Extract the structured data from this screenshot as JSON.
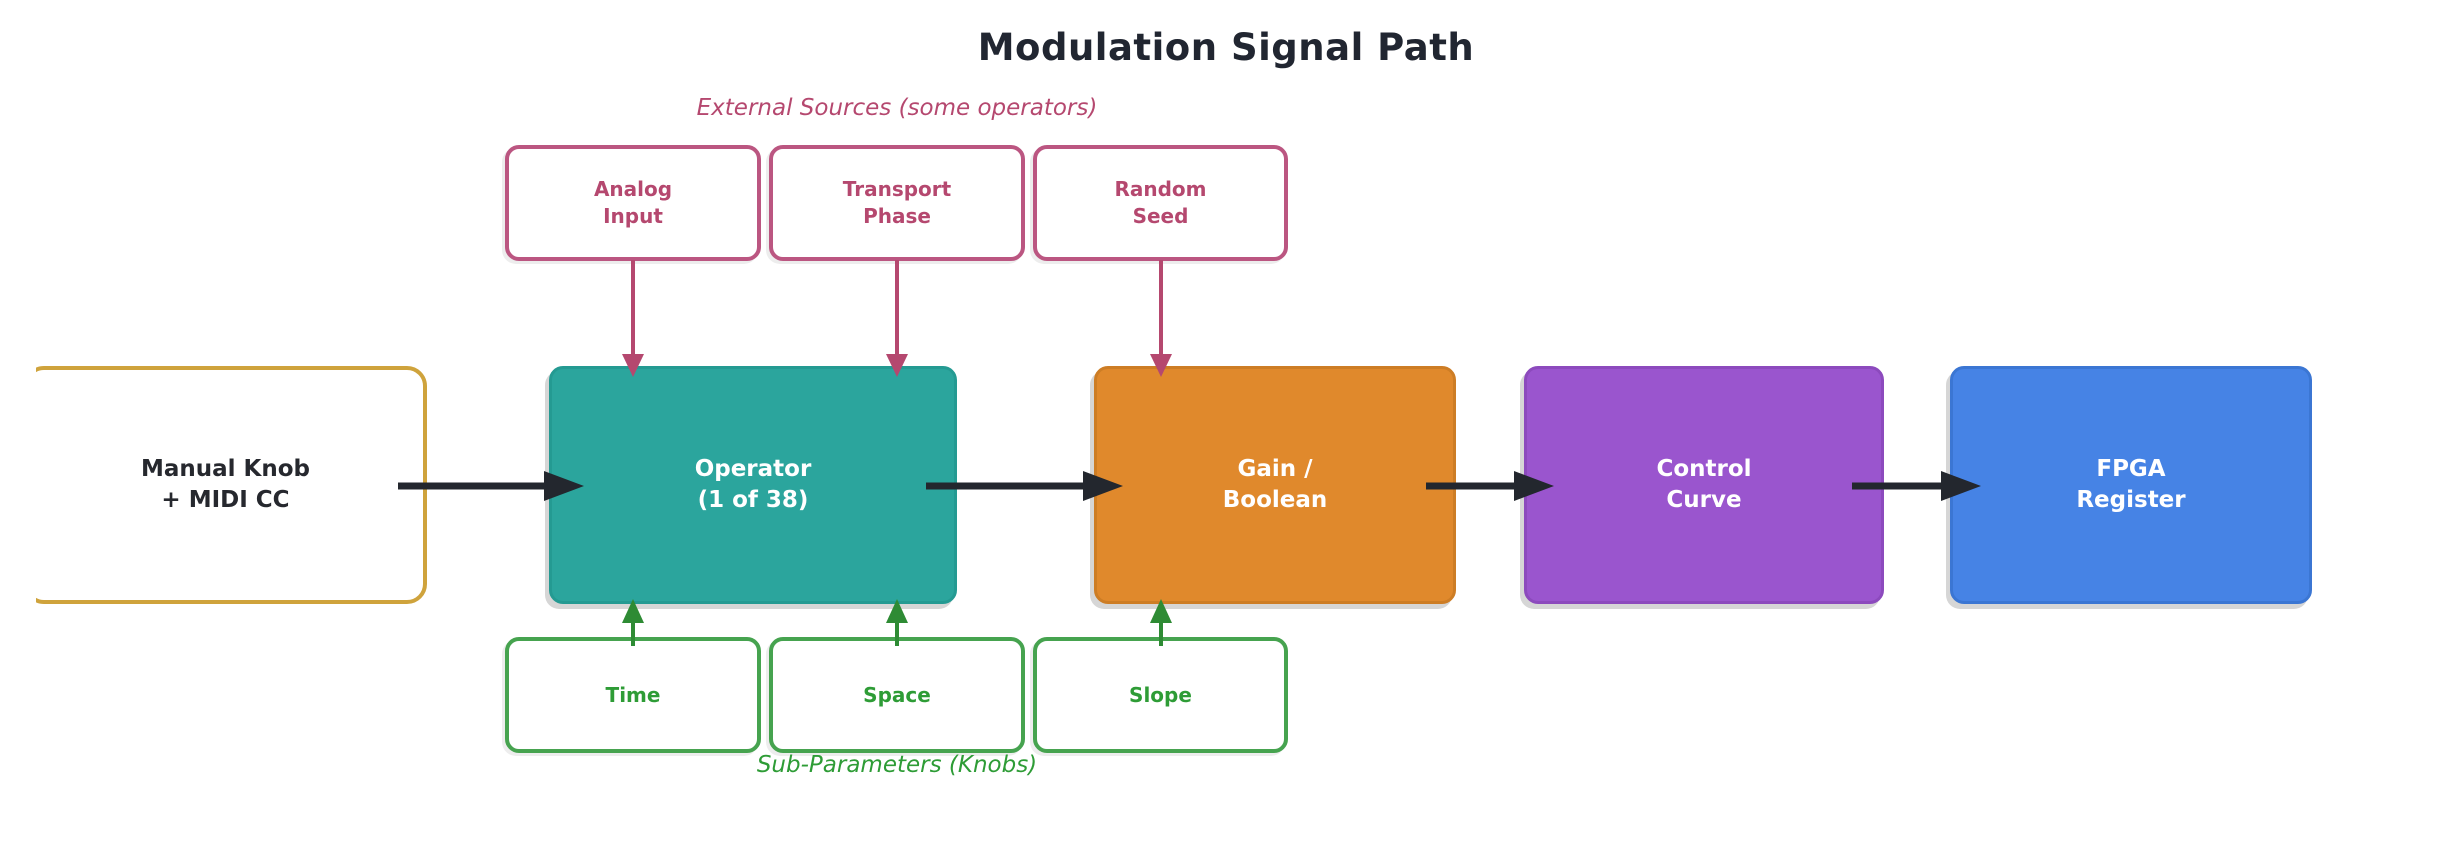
{
  "diagram": {
    "title": "Modulation Signal Path",
    "annotations": {
      "external_sources": "External Sources (some operators)",
      "sub_parameters": "Sub-Parameters (Knobs)"
    },
    "nodes": {
      "analog_input": "Analog\nInput",
      "transport_phase": "Transport\nPhase",
      "random_seed": "Random\nSeed",
      "manual_knob": "Manual Knob\n+ MIDI CC",
      "operator": "Operator\n(1 of 38)",
      "gain_boolean": "Gain /\nBoolean",
      "control_curve": "Control\nCurve",
      "fpga_register": "FPGA\nRegister",
      "time": "Time",
      "space": "Space",
      "slope": "Slope"
    },
    "edges": [
      {
        "from": "manual_knob",
        "to": "operator",
        "color": "#23272e"
      },
      {
        "from": "operator",
        "to": "gain_boolean",
        "color": "#23272e"
      },
      {
        "from": "gain_boolean",
        "to": "control_curve",
        "color": "#23272e"
      },
      {
        "from": "control_curve",
        "to": "fpga_register",
        "color": "#23272e"
      },
      {
        "from": "analog_input",
        "to": "operator",
        "color": "#b5486f"
      },
      {
        "from": "transport_phase",
        "to": "operator",
        "color": "#b5486f"
      },
      {
        "from": "random_seed",
        "to": "gain_boolean",
        "color": "#b5486f"
      },
      {
        "from": "time",
        "to": "operator",
        "color": "#2e8b34"
      },
      {
        "from": "space",
        "to": "operator",
        "color": "#2e8b34"
      },
      {
        "from": "slope",
        "to": "gain_boolean",
        "color": "#2e8b34"
      }
    ],
    "palette": {
      "operator_fill": "#2ba59d",
      "gain_fill": "#e08a2c",
      "control_fill": "#9a55ce",
      "fpga_fill": "#4683e5",
      "manual_border": "#cfa33c",
      "external_accent": "#b5486f",
      "subparam_border": "#46a34f",
      "subparam_text": "#2e9c36",
      "black_arrow": "#23272e",
      "title_color": "#212631",
      "background": "#ffffff"
    }
  }
}
